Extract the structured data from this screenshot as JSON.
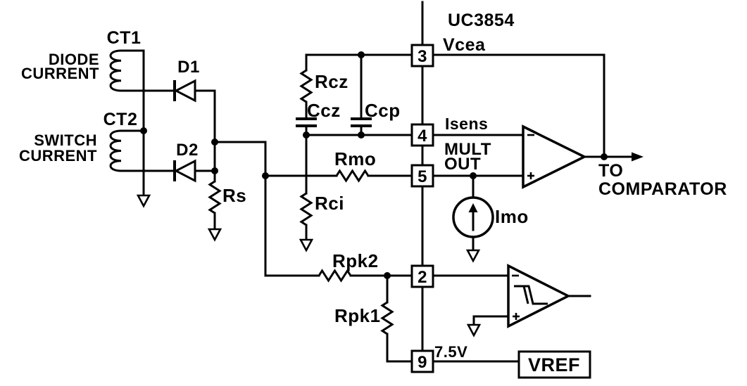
{
  "ic_name": "UC3854",
  "pins": {
    "p3": {
      "num": "3",
      "label": "Vcea"
    },
    "p4": {
      "num": "4",
      "label": "Isens"
    },
    "p5": {
      "num": "5",
      "mult_line1": "MULT",
      "mult_line2": "OUT"
    },
    "p2": {
      "num": "2"
    },
    "p9": {
      "num": "9",
      "voltage": "7.5V"
    }
  },
  "components": {
    "ct1": "CT1",
    "ct2": "CT2",
    "d1": "D1",
    "d2": "D2",
    "rs": "Rs",
    "rcz": "Rcz",
    "ccz": "Ccz",
    "ccp": "Ccp",
    "rmo": "Rmo",
    "rci": "Rci",
    "rpk2": "Rpk2",
    "rpk1": "Rpk1",
    "imo": "Imo",
    "vref": "VREF"
  },
  "annotations": {
    "diode_current_l1": "DIODE",
    "diode_current_l2": "CURRENT",
    "switch_current_l1": "SWITCH",
    "switch_current_l2": "CURRENT",
    "to_comparator_l1": "TO",
    "to_comparator_l2": "COMPARATOR"
  },
  "colors": {
    "ink": "#000000",
    "background": "#ffffff"
  }
}
